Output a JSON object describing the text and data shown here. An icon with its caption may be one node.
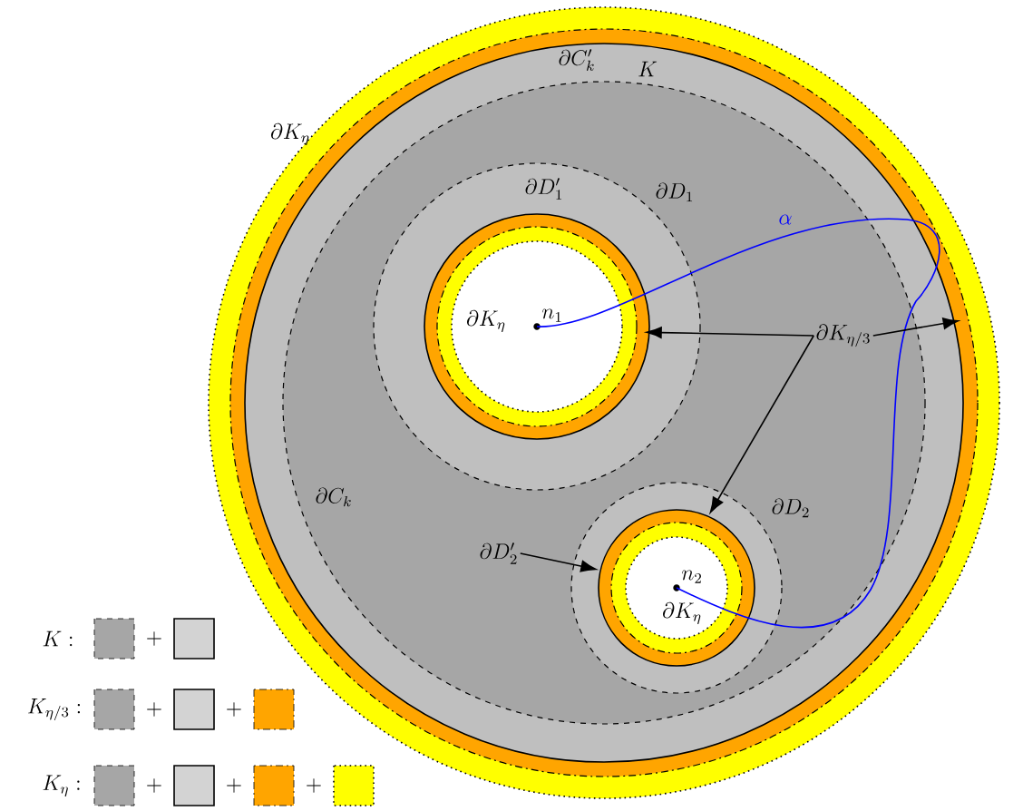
{
  "diagram": {
    "nodes": [
      {
        "text": [
          "n_1"
        ]
      },
      {
        "text": [
          "n_2"
        ]
      },
      {
        "text": [
          "\\partial K_{\\eta/3}"
        ]
      },
      {
        "text": [
          "\\partial D'_2"
        ]
      }
    ],
    "edges": [
      {
        "from": 0,
        "to": 1,
        "arrow": "none",
        "label": "\\alpha",
        "color": "#0000ff"
      },
      {
        "from": 2,
        "to": null,
        "arrow": "to"
      },
      {
        "from": 2,
        "to": null,
        "arrow": "to"
      },
      {
        "from": 2,
        "to": null,
        "arrow": "to"
      },
      {
        "from": 3,
        "to": null,
        "arrow": "to"
      }
    ],
    "labels": [
      "\\partial C'_k",
      "K",
      "\\partial K_\\eta",
      "\\partial D'_1",
      "\\partial D_1",
      "\\partial K_\\eta",
      "\\partial C_k",
      "\\partial D_2",
      "\\partial K_\\eta",
      "K:",
      "+",
      "K_{\\eta/3}:",
      "+",
      "+",
      "K_\\eta:",
      "+",
      "+",
      "+"
    ]
  }
}
